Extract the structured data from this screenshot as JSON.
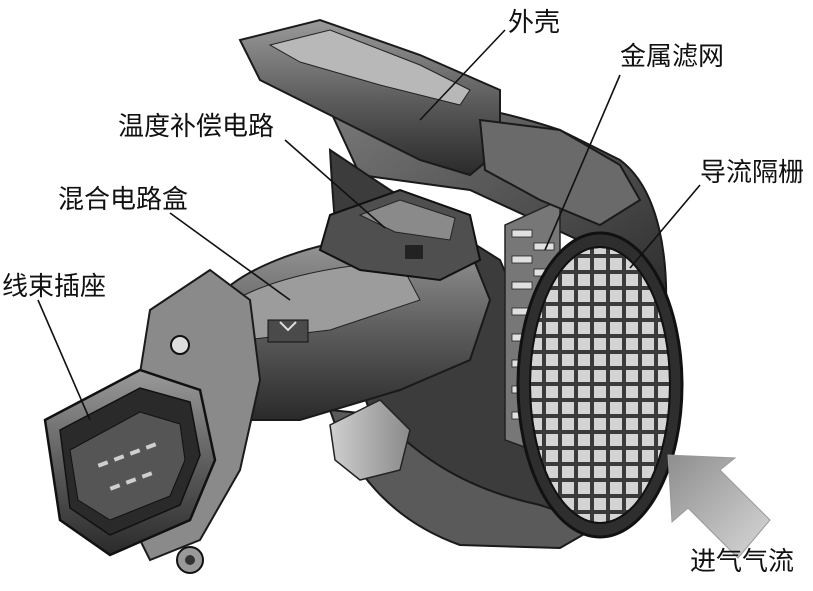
{
  "labels": {
    "housing": "外壳",
    "metal_filter": "金属滤网",
    "temp_comp_circuit": "温度补偿电路",
    "flow_grid": "导流隔栅",
    "hybrid_circuit_box": "混合电路盒",
    "harness_socket": "线束插座",
    "intake_airflow": "进气气流"
  },
  "colors": {
    "background": "#ffffff",
    "text": "#111111",
    "leader_line": "#111111"
  }
}
